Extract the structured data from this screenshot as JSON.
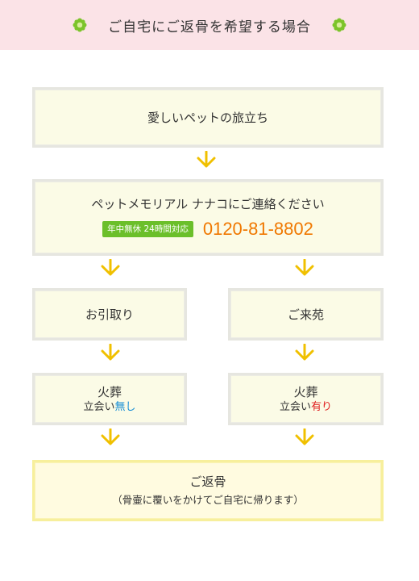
{
  "header": {
    "title": "ご自宅にご返骨を希望する場合",
    "left_icon": "flower-icon",
    "right_icon": "flower-icon",
    "background": "#fbe3e7",
    "icon_color": "#7cc42a"
  },
  "flow": {
    "step1": {
      "label": "愛しいペットの旅立ち"
    },
    "step2": {
      "label": "ペットメモリアル ナナコにご連絡ください",
      "badge": "年中無休 24時間対応",
      "phone": "0120-81-8802"
    },
    "left": {
      "pickup": {
        "label": "お引取り"
      },
      "cremation": {
        "label": "火葬",
        "attend_prefix": "立会い",
        "attend_value": "無し"
      }
    },
    "right": {
      "visit": {
        "label": "ご来苑"
      },
      "cremation": {
        "label": "火葬",
        "attend_prefix": "立会い",
        "attend_value": "有り"
      }
    },
    "final": {
      "label": "ご返骨",
      "note": "（骨壷に覆いをかけてご自宅に帰ります）"
    }
  },
  "colors": {
    "arrow": "#f0c000",
    "badge": "#6bbf2a",
    "phone": "#f07800",
    "none_highlight": "#1a8fd6",
    "yes_highlight": "#e02020"
  }
}
